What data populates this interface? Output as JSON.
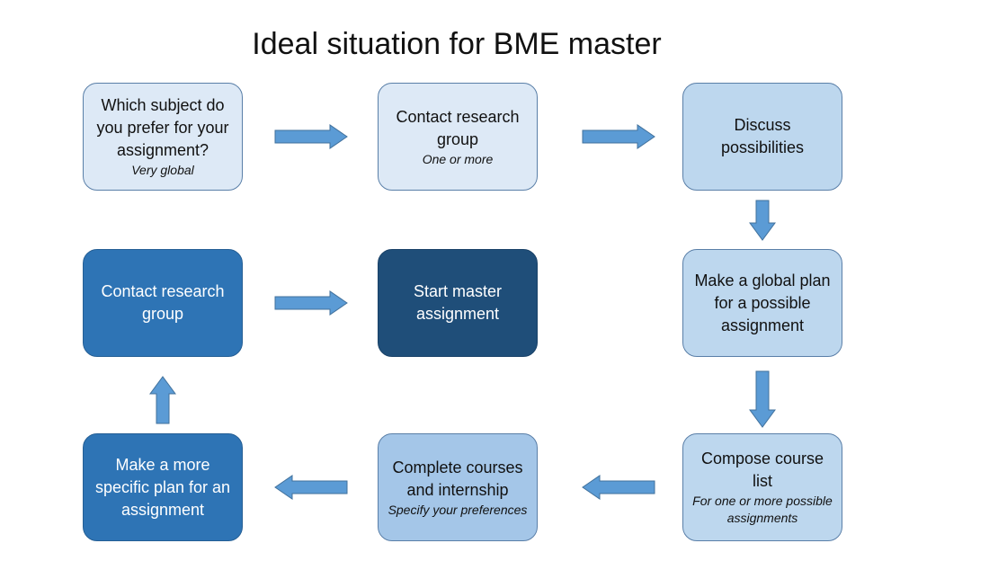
{
  "title": "Ideal situation for BME master",
  "steps": {
    "subject": {
      "text": "Which subject do you prefer for your assignment?",
      "note": "Very global"
    },
    "contact1": {
      "text": "Contact research group",
      "note": "One or more"
    },
    "discuss": {
      "text": "Discuss possibilities"
    },
    "global_plan": {
      "text": "Make a global plan for a possible assignment"
    },
    "compose": {
      "text": "Compose course list",
      "note": "For one or more possible assignments"
    },
    "complete": {
      "text": "Complete courses and internship",
      "note": "Specify your preferences"
    },
    "specific_plan": {
      "text": "Make a more specific plan for an assignment"
    },
    "contact2": {
      "text": "Contact research group"
    },
    "start": {
      "text": "Start master assignment"
    }
  },
  "colors": {
    "arrow": "#5b9bd5",
    "arrow_border": "#41719c"
  }
}
